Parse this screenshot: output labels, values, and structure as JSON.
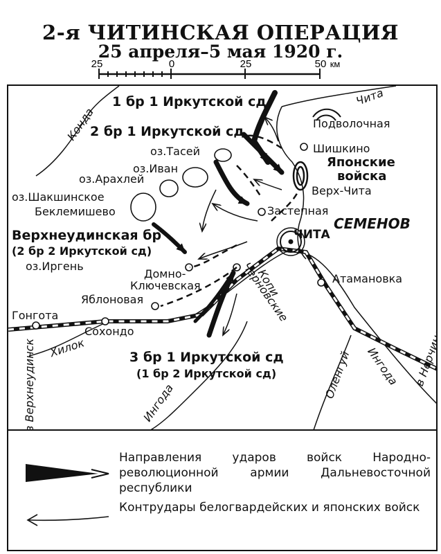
{
  "header": {
    "title": "2-я ЧИТИНСКАЯ ОПЕРАЦИЯ",
    "subtitle": "25 апреля–5 мая 1920 г."
  },
  "scale": {
    "ticks": [
      "25",
      "0",
      "25",
      "50"
    ],
    "unit": "км"
  },
  "map": {
    "units": {
      "br1_irk": "1 бр 1 Иркутской сд",
      "br2_irk": "2 бр 1 Иркутской сд",
      "verkhneudinsk_br": "Верхнеудинская бр",
      "verkhneudinsk_br_sub": "(2 бр 2 Иркутской сд)",
      "br3_irk": "3 бр 1 Иркутской сд",
      "br3_irk_sub": "(1 бр 2 Иркутской сд)",
      "japanese": "Японские",
      "japanese2": "войска",
      "semenov": "СЕМЕНОВ"
    },
    "places": {
      "chita_top": "Чита",
      "podvolochnaya": "Подволочная",
      "shishkino": "Шишкино",
      "verkh_chita": "Верх-Чита",
      "zastepnaya": "Застепная",
      "chita": "ЧИТА",
      "atamanovka": "Атамановка",
      "domno1": "Домно-",
      "domno2": "Ключевская",
      "yablonovaya": "Яблоновая",
      "gongota": "Гонгота",
      "sokhondo": "Сохондо",
      "chernovskie": "Черновские",
      "kopi": "Копи",
      "beklemishevo": "Беклемишево"
    },
    "lakes": {
      "tasey": "оз.Тасей",
      "ivan": "оз.Иван",
      "arakhley": "оз.Арахлей",
      "shakshinskoe": "оз.Шакшинское",
      "irgen": "оз.Иргень"
    },
    "rivers": {
      "konda": "Конда",
      "khilok": "Хилок",
      "ingoda": "Ингода",
      "ingoda2": "Ингода",
      "olenguy": "Оленгуй"
    },
    "directions": {
      "to_verkhneudinsk": "в Верхнеудинск",
      "to_nerchinsk": "в Нерчинск"
    }
  },
  "legend": {
    "items": [
      {
        "text": "Направления ударов войск Народно-революционной армии Дальневосточной республики"
      },
      {
        "text": "Контрудары белогвардейских и японских войск"
      }
    ]
  }
}
